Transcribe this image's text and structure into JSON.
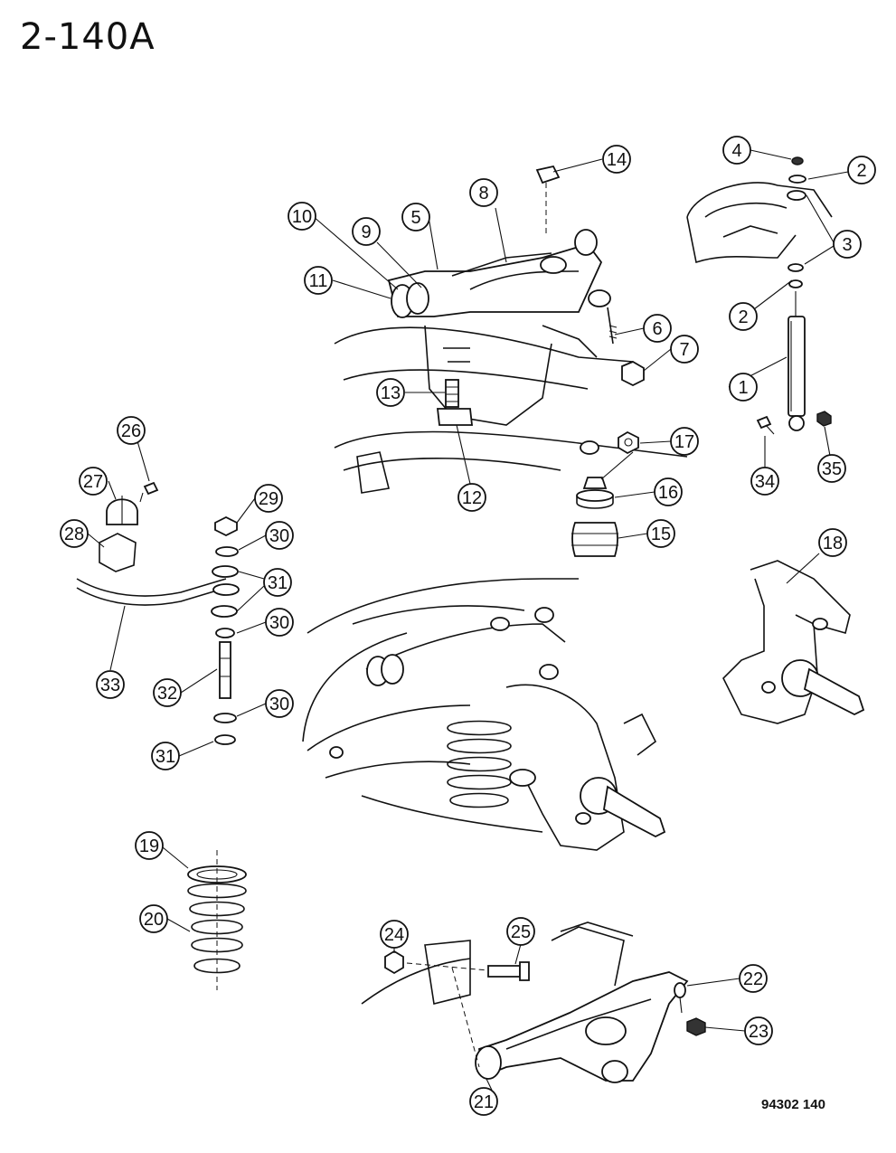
{
  "page": {
    "title": "2-140A",
    "figure_code": "94302  140"
  },
  "callouts": [
    {
      "id": "1",
      "label": "1"
    },
    {
      "id": "2a",
      "label": "2"
    },
    {
      "id": "2b",
      "label": "2"
    },
    {
      "id": "3",
      "label": "3"
    },
    {
      "id": "4",
      "label": "4"
    },
    {
      "id": "5",
      "label": "5"
    },
    {
      "id": "6",
      "label": "6"
    },
    {
      "id": "7",
      "label": "7"
    },
    {
      "id": "8",
      "label": "8"
    },
    {
      "id": "9",
      "label": "9"
    },
    {
      "id": "10",
      "label": "10"
    },
    {
      "id": "11",
      "label": "11"
    },
    {
      "id": "12",
      "label": "12"
    },
    {
      "id": "13",
      "label": "13"
    },
    {
      "id": "14",
      "label": "14"
    },
    {
      "id": "15",
      "label": "15"
    },
    {
      "id": "16",
      "label": "16"
    },
    {
      "id": "17",
      "label": "17"
    },
    {
      "id": "18",
      "label": "18"
    },
    {
      "id": "19",
      "label": "19"
    },
    {
      "id": "20",
      "label": "20"
    },
    {
      "id": "21",
      "label": "21"
    },
    {
      "id": "22",
      "label": "22"
    },
    {
      "id": "23",
      "label": "23"
    },
    {
      "id": "24",
      "label": "24"
    },
    {
      "id": "25",
      "label": "25"
    },
    {
      "id": "26",
      "label": "26"
    },
    {
      "id": "27",
      "label": "27"
    },
    {
      "id": "28",
      "label": "28"
    },
    {
      "id": "29",
      "label": "29"
    },
    {
      "id": "30a",
      "label": "30"
    },
    {
      "id": "30b",
      "label": "30"
    },
    {
      "id": "30c",
      "label": "30"
    },
    {
      "id": "31a",
      "label": "31"
    },
    {
      "id": "31b",
      "label": "31"
    },
    {
      "id": "32",
      "label": "32"
    },
    {
      "id": "33",
      "label": "33"
    },
    {
      "id": "34",
      "label": "34"
    },
    {
      "id": "35",
      "label": "35"
    }
  ]
}
